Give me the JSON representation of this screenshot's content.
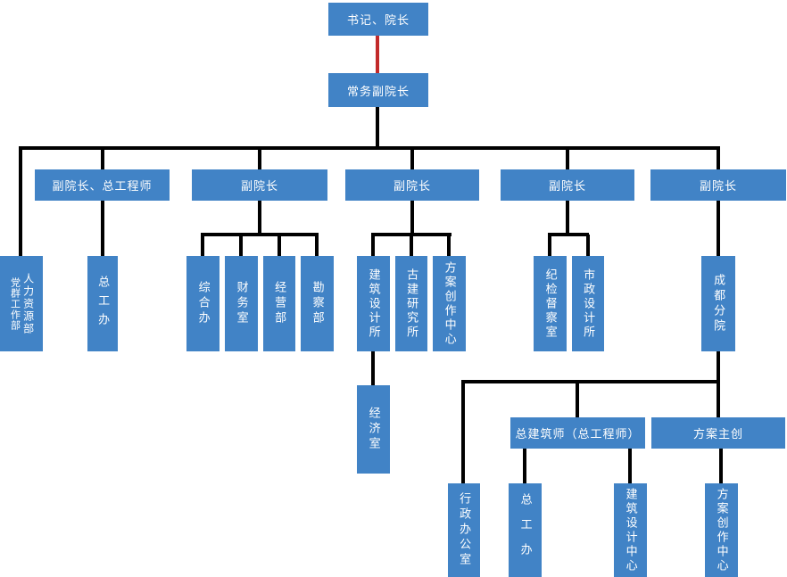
{
  "colors": {
    "node_fill": "#4183C6",
    "node_text": "#FFFFFF",
    "connector": "#000000",
    "special_connector": "#C22A2A",
    "background": "#FFFFFF"
  },
  "nodes": {
    "secretary_dean": "书记、院长",
    "exec_vice_dean": "常务副院长",
    "vice_dean_chief_engineer": "副院长、总工程师",
    "vice_dean_1": "副院长",
    "vice_dean_2": "副院长",
    "vice_dean_3": "副院长",
    "vice_dean_4": "副院长",
    "party_mass_dept": "党群工作部",
    "hr_dept": "人力资源部",
    "chief_engineer_office": "总工办",
    "general_office": "综合办",
    "finance_office": "财务室",
    "operations_dept": "经营部",
    "survey_dept": "勘察部",
    "architectural_design_institute": "建筑设计所",
    "ancient_architecture_institute": "古建研究所",
    "scheme_creation_center": "方案创作中心",
    "economics_office": "经济室",
    "discipline_inspection_office": "纪检督察室",
    "municipal_design_institute": "市政设计所",
    "chengdu_branch": "成都分院",
    "chief_architect": "总建筑师（总工程师）",
    "scheme_lead": "方案主创",
    "admin_office": "行政办公室",
    "chief_engineer_office_2": "总工办",
    "architectural_design_center": "建筑设计中心",
    "scheme_creation_center_2": "方案创作中心"
  },
  "edges": [
    {
      "from": "secretary_dean",
      "to": "exec_vice_dean",
      "line_color": "#C22A2A"
    },
    {
      "from": "exec_vice_dean",
      "to": "party_mass_dept"
    },
    {
      "from": "exec_vice_dean",
      "to": "hr_dept"
    },
    {
      "from": "exec_vice_dean",
      "to": "vice_dean_chief_engineer"
    },
    {
      "from": "exec_vice_dean",
      "to": "vice_dean_1"
    },
    {
      "from": "exec_vice_dean",
      "to": "vice_dean_2"
    },
    {
      "from": "exec_vice_dean",
      "to": "vice_dean_3"
    },
    {
      "from": "exec_vice_dean",
      "to": "vice_dean_4"
    },
    {
      "from": "vice_dean_chief_engineer",
      "to": "chief_engineer_office"
    },
    {
      "from": "vice_dean_1",
      "to": "general_office"
    },
    {
      "from": "vice_dean_1",
      "to": "finance_office"
    },
    {
      "from": "vice_dean_1",
      "to": "operations_dept"
    },
    {
      "from": "vice_dean_1",
      "to": "survey_dept"
    },
    {
      "from": "vice_dean_2",
      "to": "architectural_design_institute"
    },
    {
      "from": "vice_dean_2",
      "to": "ancient_architecture_institute"
    },
    {
      "from": "vice_dean_2",
      "to": "scheme_creation_center"
    },
    {
      "from": "architectural_design_institute",
      "to": "economics_office"
    },
    {
      "from": "vice_dean_3",
      "to": "discipline_inspection_office"
    },
    {
      "from": "vice_dean_3",
      "to": "municipal_design_institute"
    },
    {
      "from": "vice_dean_4",
      "to": "chengdu_branch"
    },
    {
      "from": "chengdu_branch",
      "to": "admin_office"
    },
    {
      "from": "chengdu_branch",
      "to": "chief_architect"
    },
    {
      "from": "chengdu_branch",
      "to": "scheme_lead"
    },
    {
      "from": "chief_architect",
      "to": "chief_engineer_office_2"
    },
    {
      "from": "chief_architect",
      "to": "architectural_design_center"
    },
    {
      "from": "scheme_lead",
      "to": "scheme_creation_center_2"
    }
  ]
}
